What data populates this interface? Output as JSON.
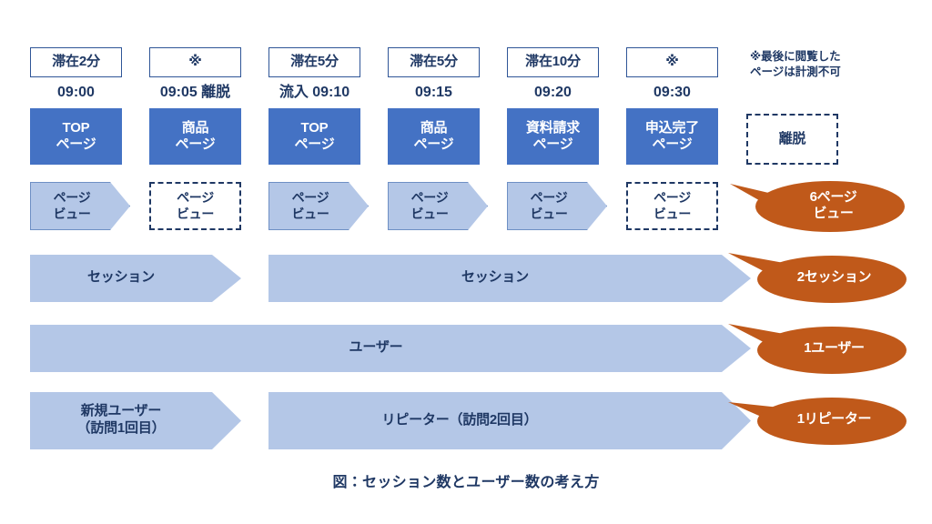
{
  "figure": {
    "caption": "図：セッション数とユーザー数の考え方",
    "note": "※最後に閲覧した\nページは計測不可"
  },
  "colors": {
    "page_box_fill": "#4472C4",
    "bar_fill": "#B4C7E7",
    "bar_stroke": "#7F9AC9",
    "text_dark": "#1F3864",
    "callout_fill": "#C0591A",
    "background": "#FFFFFF"
  },
  "columns": [
    {
      "duration": "滞在2分",
      "time": "09:00",
      "page": "TOP\nページ",
      "page_style": "solid",
      "pageview": "ページ\nビュー",
      "pageview_style": "solid"
    },
    {
      "duration": "※",
      "time": "09:05 離脱",
      "page": "商品\nページ",
      "page_style": "solid",
      "pageview": "ページ\nビュー",
      "pageview_style": "dashed"
    },
    {
      "duration": "滞在5分",
      "time": "流入 09:10",
      "page": "TOP\nページ",
      "page_style": "solid",
      "pageview": "ページ\nビュー",
      "pageview_style": "solid"
    },
    {
      "duration": "滞在5分",
      "time": "09:15",
      "page": "商品\nページ",
      "page_style": "solid",
      "pageview": "ページ\nビュー",
      "pageview_style": "solid"
    },
    {
      "duration": "滞在10分",
      "time": "09:20",
      "page": "資料請求\nページ",
      "page_style": "solid",
      "pageview": "ページ\nビュー",
      "pageview_style": "solid"
    },
    {
      "duration": "※",
      "time": "09:30",
      "page": "申込完了\nページ",
      "page_style": "solid",
      "pageview": "ページ\nビュー",
      "pageview_style": "dashed"
    }
  ],
  "exit_box": {
    "label": "離脱"
  },
  "bars": {
    "session": [
      {
        "label": "セッション"
      },
      {
        "label": "セッション"
      }
    ],
    "user": [
      {
        "label": "ユーザー"
      }
    ],
    "visitor_type": [
      {
        "label": "新規ユーザー\n（訪問1回目）"
      },
      {
        "label": "リピーター（訪問2回目）"
      }
    ]
  },
  "callouts": [
    {
      "label": "6ページ\nビュー"
    },
    {
      "label": "2セッション"
    },
    {
      "label": "1ユーザー"
    },
    {
      "label": "1リピーター"
    }
  ]
}
